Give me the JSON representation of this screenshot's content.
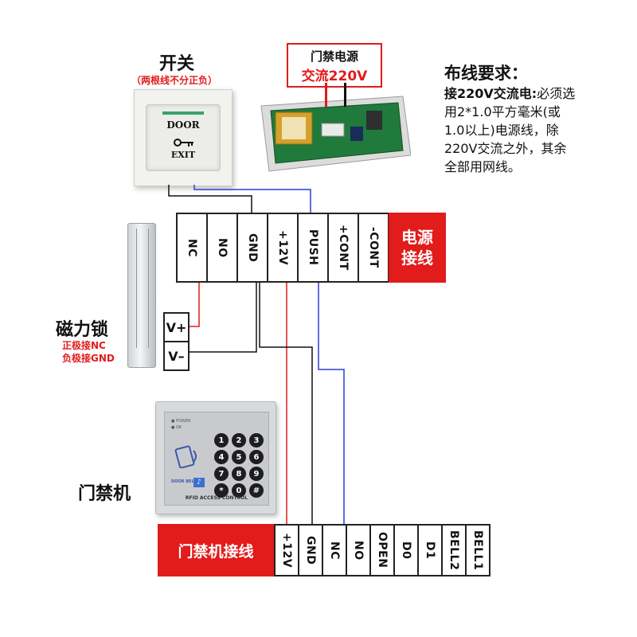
{
  "switch": {
    "title": "开关",
    "note": "（两根线不分正负）",
    "plate_top": "DOOR",
    "plate_bottom": "EXIT",
    "plate_icon": "key-icon"
  },
  "power_supply": {
    "label_line1": "门禁电源",
    "label_line2": "交流220V"
  },
  "requirements": {
    "title": "布线要求：",
    "lead": "接220V交流电:",
    "lines": [
      "必须选",
      "用2*1.0平方毫米(或",
      "1.0以上)电源线，除",
      "220V交流之外，其余",
      "全部用网线。"
    ]
  },
  "power_terminals": {
    "labels": [
      "NC",
      "NO",
      "GND",
      "+12V",
      "PUSH",
      "+CONT",
      "-CONT"
    ],
    "tag_line1": "电源",
    "tag_line2": "接线"
  },
  "maglock": {
    "title": "磁力锁",
    "note_line1": "正极接NC",
    "note_line2": "负极接GND",
    "plus_label": "V+",
    "minus_label": "V–"
  },
  "access_device": {
    "title": "门禁机",
    "keys": [
      "1",
      "2",
      "3",
      "4",
      "5",
      "6",
      "7",
      "8",
      "9",
      "*",
      "0",
      "#"
    ],
    "bell_label": "DOOR BELL",
    "panel_text": "RFID ACCESS CONTROL",
    "indicator_1": "POWER",
    "indicator_2": "OK"
  },
  "device_terminals": {
    "tag": "门禁机接线",
    "labels": [
      "+12V",
      "GND",
      "NC",
      "NO",
      "OPEN",
      "D0",
      "D1",
      "BELL2",
      "BELL1"
    ]
  },
  "colors": {
    "accent_red": "#e21b1b",
    "wire_blue": "#2b3fd6",
    "wire_black": "#111111",
    "wire_red": "#e21b1b"
  }
}
